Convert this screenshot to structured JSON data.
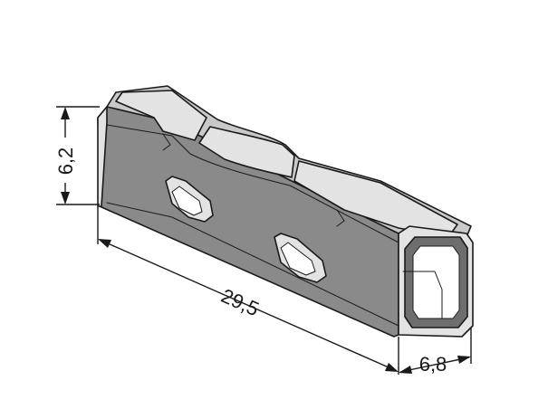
{
  "dimensions": {
    "height_label": "6,2",
    "length_label": "29,5",
    "width_label": "6,8"
  }
}
